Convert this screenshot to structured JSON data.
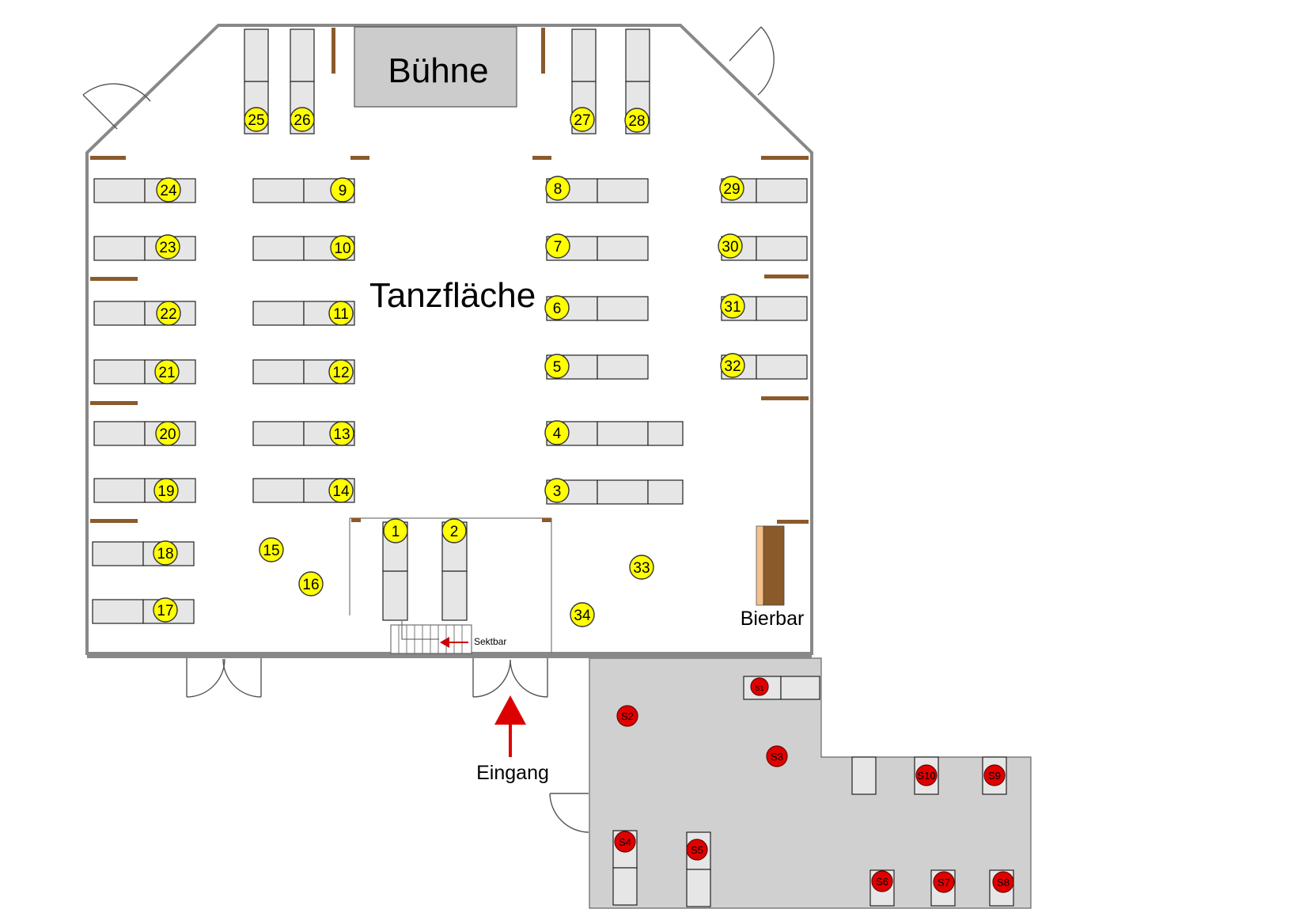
{
  "labels": {
    "stage": "Bühne",
    "dance_floor": "Tanzfläche",
    "beer_bar": "Bierbar",
    "sekt_bar": "Sektbar",
    "entrance": "Eingang"
  },
  "indoor_tables": [
    "1",
    "2",
    "3",
    "4",
    "5",
    "6",
    "7",
    "8",
    "9",
    "10",
    "11",
    "12",
    "13",
    "14",
    "15",
    "16",
    "17",
    "18",
    "19",
    "20",
    "21",
    "22",
    "23",
    "24",
    "25",
    "26",
    "27",
    "28",
    "29",
    "30",
    "31",
    "32",
    "33",
    "34"
  ],
  "outdoor_tables": [
    "S1",
    "S2",
    "S3",
    "S4",
    "S5",
    "S6",
    "S7",
    "S8",
    "S9",
    "S10"
  ],
  "colors": {
    "indoor_marker": "#ffff00",
    "outdoor_marker": "#e00000",
    "table": "#e6e6e6",
    "outdoor_area": "#d0d0d0",
    "bar_counter": "#8b5a2b"
  }
}
